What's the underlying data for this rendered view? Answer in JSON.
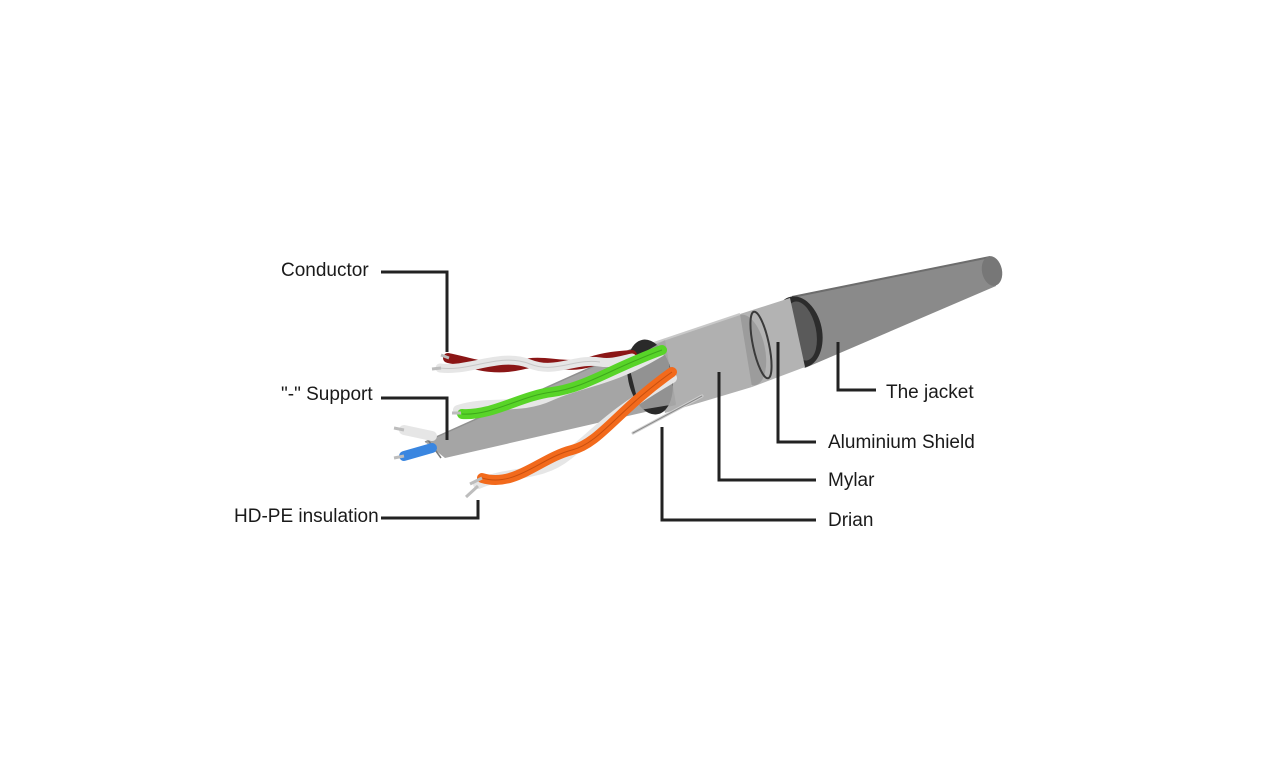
{
  "diagram": {
    "labels": {
      "conductor": "Conductor",
      "support": "\"-\" Support",
      "insulation": "HD-PE insulation",
      "jacket": "The jacket",
      "aluminium_shield": "Aluminium Shield",
      "mylar": "Mylar",
      "drain": "Drian"
    },
    "colors": {
      "jacket": "#8a8a8a",
      "jacket_rim": "#2c2c2c",
      "foil": "#a9a9a9",
      "pair_brown": "#8b1616",
      "pair_green": "#58d428",
      "pair_orange": "#f26a1c",
      "pair_blue": "#3a86e0",
      "white_wire": "#e6e6e6",
      "leader_line": "#222222"
    }
  }
}
